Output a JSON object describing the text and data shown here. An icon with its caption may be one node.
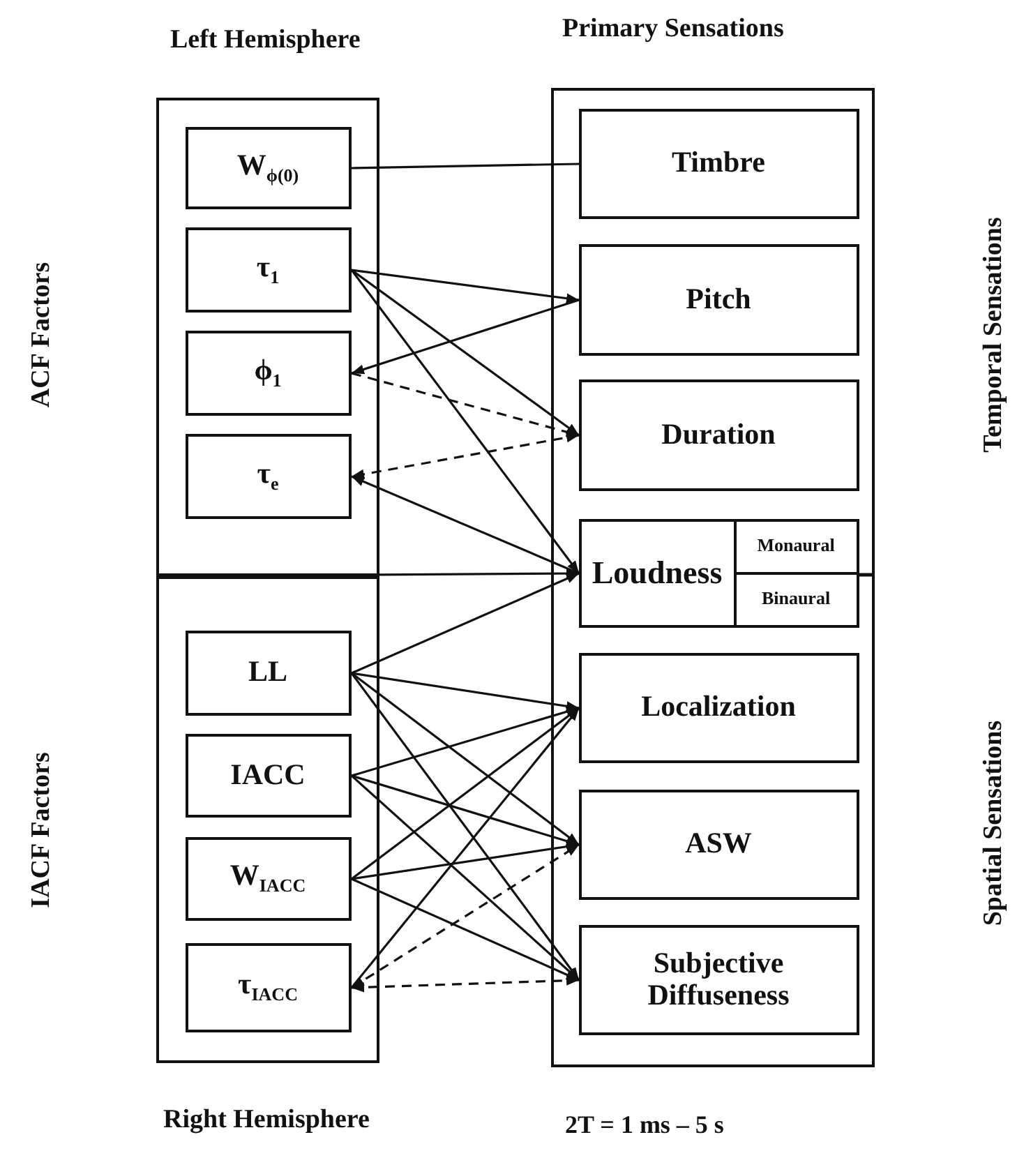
{
  "diagram": {
    "nodes": [
      {
        "text": [
          "Left Hemisphere"
        ]
      },
      {
        "text": [
          "W$_{ϕ(0)}$"
        ],
        "in": 0
      },
      {
        "text": [
          "τ$_{1}$"
        ],
        "in": 0
      },
      {
        "text": [
          "ϕ$_{1}$"
        ],
        "in": 0
      },
      {
        "text": [
          "τ$_{e}$"
        ],
        "in": 0
      },
      {
        "text": [
          "Right Hemisphere"
        ]
      },
      {
        "text": [
          "LL"
        ],
        "in": 5
      },
      {
        "text": [
          "IACC"
        ],
        "in": 5
      },
      {
        "text": [
          "W$_{IACC}$"
        ],
        "in": 5
      },
      {
        "text": [
          "τ$_{IACC}$"
        ],
        "in": 5
      },
      {
        "text": [
          "Primary Sensations"
        ]
      },
      {
        "text": [
          "Timbre"
        ],
        "in": 10
      },
      {
        "text": [
          "Pitch"
        ],
        "in": 10
      },
      {
        "text": [
          "Duration"
        ],
        "in": 10
      },
      {
        "text": [
          "Loudness",
          "Monaural",
          "Binaural"
        ],
        "in": 10
      },
      {
        "text": [
          "Localization"
        ],
        "in": 10
      },
      {
        "text": [
          "ASW"
        ],
        "in": 10
      },
      {
        "text": [
          "Subjective Diffuseness"
        ],
        "in": 10
      }
    ],
    "edges": [
      {
        "from": 1,
        "to": 11,
        "arrow": "none"
      },
      {
        "from": 2,
        "to": 12,
        "arrow": "to"
      },
      {
        "from": 2,
        "to": 13,
        "arrow": "to"
      },
      {
        "from": 2,
        "to": 14,
        "arrow": "to"
      },
      {
        "from": 12,
        "to": 3,
        "arrow": "to"
      },
      {
        "from": 3,
        "to": 13,
        "arrow": "to",
        "style": "dashed"
      },
      {
        "from": 13,
        "to": 4,
        "arrow": "both",
        "style": "dashed"
      },
      {
        "from": 14,
        "to": 4,
        "arrow": "to"
      },
      {
        "from": 0,
        "to": 14,
        "arrow": "to"
      },
      {
        "from": 6,
        "to": 14,
        "arrow": "to"
      },
      {
        "from": 6,
        "to": 15,
        "arrow": "to"
      },
      {
        "from": 6,
        "to": 16,
        "arrow": "to"
      },
      {
        "from": 6,
        "to": 17,
        "arrow": "to"
      },
      {
        "from": 7,
        "to": 15,
        "arrow": "to"
      },
      {
        "from": 7,
        "to": 16,
        "arrow": "to"
      },
      {
        "from": 7,
        "to": 17,
        "arrow": "to"
      },
      {
        "from": 8,
        "to": 15,
        "arrow": "to"
      },
      {
        "from": 8,
        "to": 16,
        "arrow": "to"
      },
      {
        "from": 8,
        "to": 17,
        "arrow": "to"
      },
      {
        "from": 9,
        "to": 15,
        "arrow": "to"
      },
      {
        "from": 9,
        "to": 16,
        "arrow": "both",
        "style": "dashed"
      },
      {
        "from": 9,
        "to": 17,
        "arrow": "both",
        "style": "dashed"
      }
    ],
    "labels": [
      "ACF Factors",
      "Temporal Sensations",
      "IACF Factors",
      "Spatial Sensations",
      "2T = 1 ms – 5 s"
    ]
  }
}
